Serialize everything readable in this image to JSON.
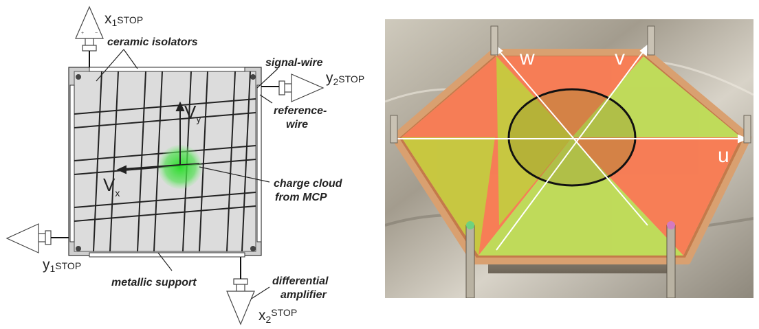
{
  "left_diagram": {
    "labels": {
      "x1_main": "x",
      "x1_sub": "1",
      "x1_stop": "STOP",
      "y2_main": "y",
      "y2_sub": "2",
      "y2_stop": "STOP",
      "y1_main": "y",
      "y1_sub": "1",
      "y1_stop": "STOP",
      "x2_main": "x",
      "x2_sub": "2",
      "x2_stop": "STOP",
      "vy_main": "V",
      "vy_sub": "y",
      "vx_main": "V",
      "vx_sub": "x",
      "ceramic_isolators": "ceramic isolators",
      "signal_wire": "signal-wire",
      "reference_wire_line1": "reference-",
      "reference_wire_line2": "wire",
      "charge_cloud_line1": "charge cloud",
      "charge_cloud_line2": "from MCP",
      "metallic_support": "metallic support",
      "diff_amp_line1": "differential",
      "diff_amp_line2": "amplifier"
    },
    "colors": {
      "frame_fill": "#d8d8d8",
      "wire": "#222222",
      "charge_cloud": "#44cc44"
    }
  },
  "right_photo": {
    "labels": {
      "u": "u",
      "v": "v",
      "w": "w"
    },
    "colors": {
      "red_layer": "#ff6a3d",
      "green_layer": "#b8e03a",
      "axes": "#ffffff",
      "circle": "#111111",
      "foil_background": "#b9b3a6"
    }
  }
}
